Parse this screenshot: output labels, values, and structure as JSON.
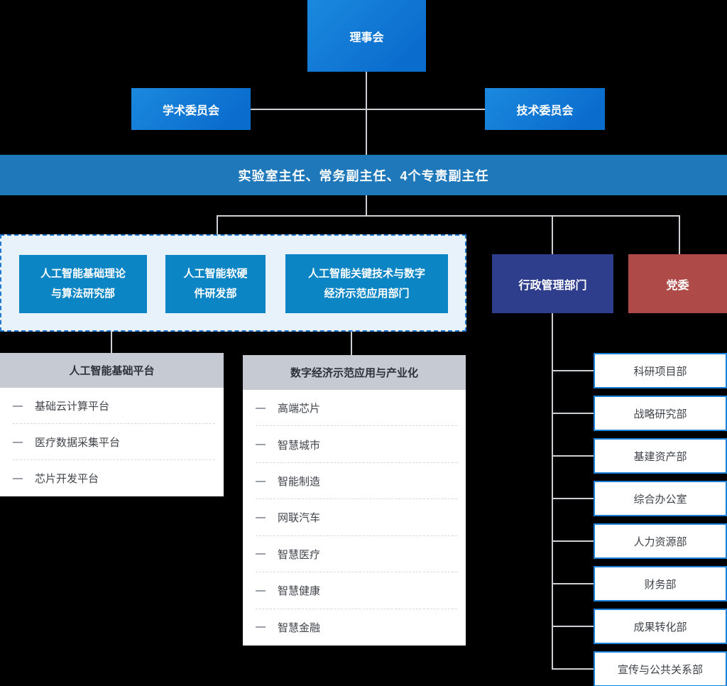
{
  "org_chart": {
    "board": {
      "label": "理事会"
    },
    "committees": [
      {
        "label": "学术委员会"
      },
      {
        "label": "技术委员会"
      }
    ],
    "directors_bar": {
      "label": "实验室主任、常务副主任、4个专责副主任"
    },
    "research_departments": [
      {
        "label": "人工智能基础理论与算法研究部"
      },
      {
        "label": "人工智能软硬件研发部"
      },
      {
        "label": "人工智能关键技术与数字经济示范应用部门"
      }
    ],
    "admin_department": {
      "label": "行政管理部门"
    },
    "party_committee": {
      "label": "党委"
    },
    "platform_panel": {
      "title": "人工智能基础平台",
      "items": [
        "基础云计算平台",
        "医疗数据采集平台",
        "芯片开发平台"
      ]
    },
    "application_panel": {
      "title": "数字经济示范应用与产业化",
      "items": [
        "高端芯片",
        "智慧城市",
        "智能制造",
        "网联汽车",
        "智慧医疗",
        "智慧健康",
        "智慧金融"
      ]
    },
    "admin_children": [
      "科研项目部",
      "战略研究部",
      "基建资产部",
      "综合办公室",
      "人力资源部",
      "财务部",
      "成果转化部",
      "宣传与公共关系部"
    ]
  },
  "colors": {
    "background": "#000000",
    "primary_blue_gradient_start": "#1b89de",
    "primary_blue_gradient_end": "#0a6ccd",
    "directors_bar_blue": "#1e78ba",
    "department_blue": "#0c85c5",
    "admin_navy": "#2f3e8c",
    "party_red": "#ae4a47",
    "panel_header_gray": "#c6cbd3",
    "connector_gray": "#cccfd4",
    "dashed_border_blue": "#2278cf",
    "dashed_background_blue": "#e8f2fb",
    "child_box_border_blue": "#1a80d8"
  }
}
